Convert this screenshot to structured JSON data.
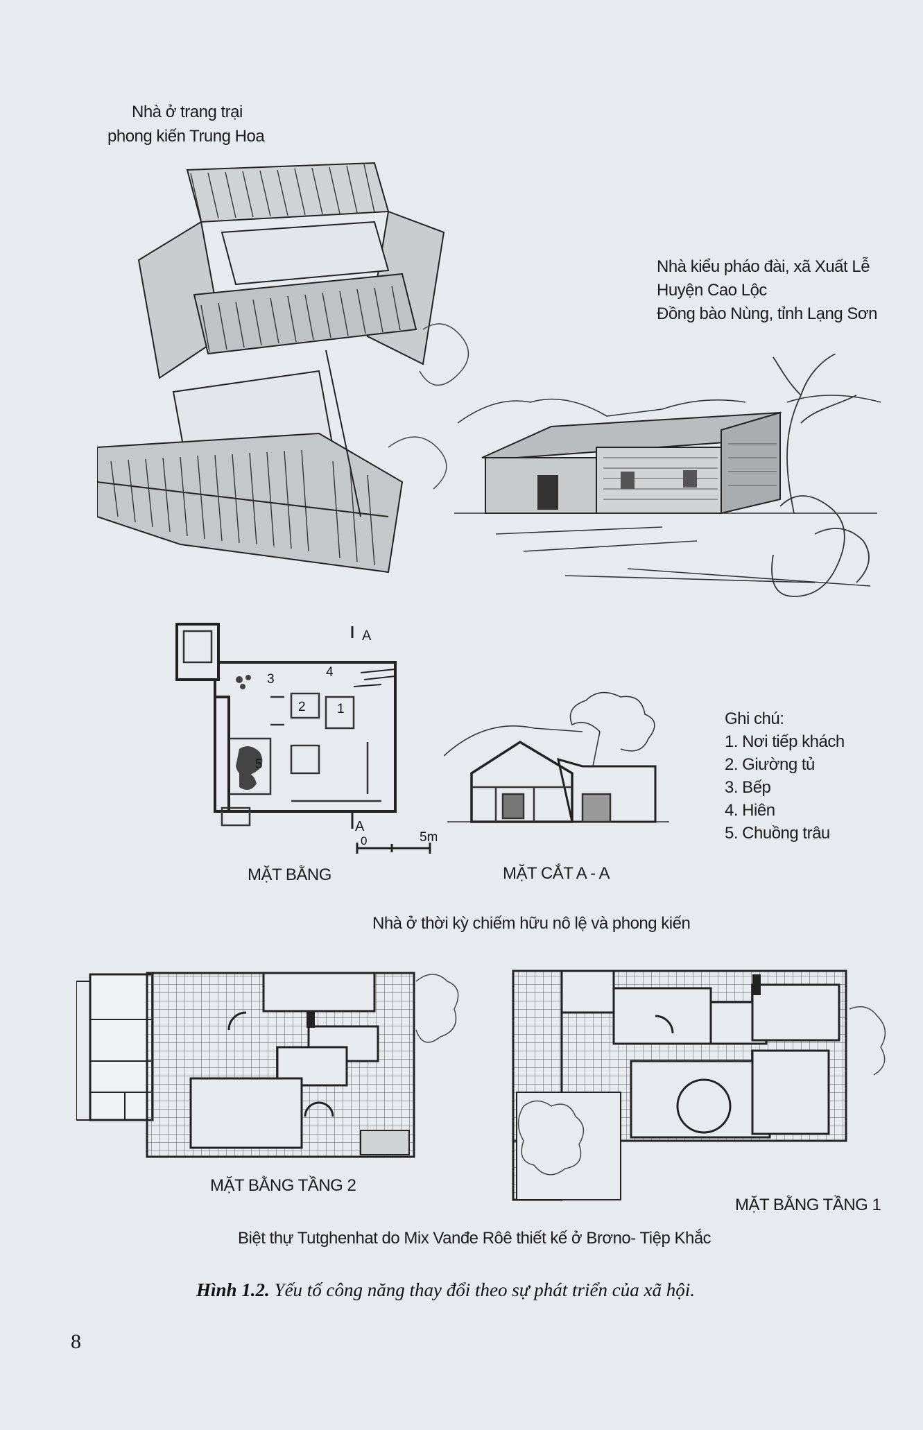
{
  "labels": {
    "chinese_farm": [
      "Nhà ở trang trại",
      "phong kiến Trung Hoa"
    ],
    "fort_house": [
      "Nhà kiểu pháo đài, xã Xuất Lễ",
      "Huyện Cao Lộc",
      "Đồng bào Nùng, tỉnh Lạng Sơn"
    ],
    "plan_title": "MẶT BẰNG",
    "section_title": "MẶT CẮT A - A",
    "section_mark": "A",
    "scale_zero": "0",
    "scale_len": "5m",
    "room_numbers": [
      "1",
      "2",
      "3",
      "4",
      "5"
    ],
    "group_caption": "Nhà ở thời kỳ chiếm hữu nô lệ và phong kiến",
    "villa_floor2": "MẶT BẰNG TẦNG 2",
    "villa_floor1": "MẶT BẰNG TẦNG 1",
    "villa_caption": "Biệt thự Tutghenhat do Mix  Vanđe Rôê thiết kế ở Brơno- Tiệp Khắc"
  },
  "legend": {
    "title": "Ghi chú:",
    "items": [
      "1. Nơi tiếp khách",
      "2. Giường tủ",
      "3. Bếp",
      "4. Hiên",
      "5. Chuồng trâu"
    ]
  },
  "figure_caption": {
    "prefix": "Hình 1.2.",
    "text": "Yếu tố công năng thay đổi theo sự phát triển của xã hội."
  },
  "page_number": "8"
}
